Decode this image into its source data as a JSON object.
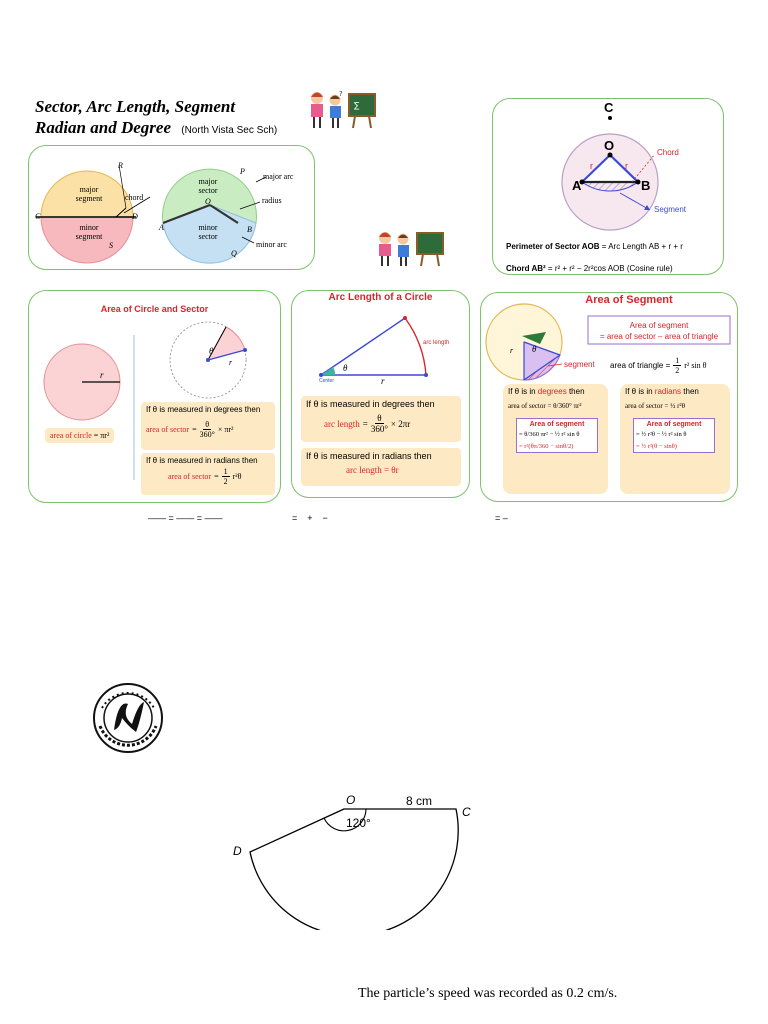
{
  "header": {
    "title_line1": "Sector, Arc Length, Segment",
    "title_line2": "Radian and Degree",
    "school_note": "(North Vista Sec Sch)"
  },
  "panel1": {
    "major_segment": "major\nsegment",
    "minor_segment": "minor\nsegment",
    "chord": "chord",
    "label_R": "R",
    "label_C": "C",
    "label_D": "D",
    "label_S": "S",
    "major_sector": "major\nsector",
    "minor_sector": "minor\nsector",
    "major_arc": "major arc",
    "radius": "radius",
    "minor_arc": "minor arc",
    "label_P": "P",
    "label_O": "O",
    "label_A": "A",
    "label_B": "B",
    "label_Q": "Q"
  },
  "panel_top_right": {
    "label_C": "C",
    "label_O": "O",
    "label_A": "A",
    "label_B": "B",
    "label_r1": "r",
    "label_r2": "r",
    "chord": "Chord",
    "segment": "Segment",
    "perimeter_bold": "Perimeter of Sector AOB",
    "perimeter_rest": " = Arc Length AB + r + r",
    "chord_rule_bold": "Chord AB²",
    "chord_rule_rest": " = r² + r² − 2r²cos AOB (Cosine rule)"
  },
  "panel_area": {
    "title": "Area of Circle and Sector",
    "label_r": "r",
    "label_theta": "θ",
    "label_r2": "r",
    "area_circle_label": "area of circle",
    "area_circle_formula": "= πr²",
    "deg_condition": "If  θ  is measured in degrees then",
    "deg_lhs": "area of sector",
    "deg_num": "θ",
    "deg_den": "360°",
    "deg_tail": "× πr²",
    "rad_condition": "If  θ  is measured in radians then",
    "rad_lhs": "area of sector",
    "rad_num": "1",
    "rad_den": "2",
    "rad_tail": "r²θ"
  },
  "panel_arc": {
    "title": "Arc Length of a Circle",
    "arc_length_label": "arc length",
    "theta": "θ",
    "r": "r",
    "center": "Center",
    "deg_condition": "If  θ  is measured in degrees then",
    "deg_lhs": "arc length",
    "deg_num": "θ",
    "deg_den": "360°",
    "deg_tail": "× 2πr",
    "rad_condition": "If  θ  is measured in radians then",
    "rad_formula": "arc length  = θr"
  },
  "panel_segment": {
    "title": "Area of Segment",
    "box_line1": "Area of segment",
    "box_line2": "= area of sector – area of triangle",
    "label_r": "r",
    "label_theta": "θ",
    "segment": "segment",
    "triangle_lhs": "area of triangle =",
    "triangle_num": "1",
    "triangle_den": "2",
    "triangle_tail": "r² sin θ",
    "deg_if": "If  θ  is in ",
    "deg_word": "degrees",
    "deg_then": " then",
    "deg_sector": "area of sector = θ/360° πr²",
    "deg_seg_title": "Area of segment",
    "deg_seg_line1": "= θ/360 πr² − ½ r² sin θ",
    "deg_seg_line2": "= r²(θπ/360 − sinθ/2)",
    "rad_if": "If  θ  is in ",
    "rad_word": "radians",
    "rad_then": " then",
    "rad_sector": "area of sector = ½ r²θ",
    "rad_seg_title": "Area of segment",
    "rad_seg_line1": "= ½ r²θ − ½ r² sin θ",
    "rad_seg_line2": "= ½ r²(θ − sinθ)"
  },
  "stray_line": {
    "part1": "—— = —— = ——",
    "part2": "=    +    −",
    "part3": "= –"
  },
  "diagram": {
    "label_O": "O",
    "label_length": "8 cm",
    "label_C": "C",
    "label_D": "D",
    "angle": "120°"
  },
  "footer_text": "The particle’s speed was recorded as 0.2 cm/s."
}
